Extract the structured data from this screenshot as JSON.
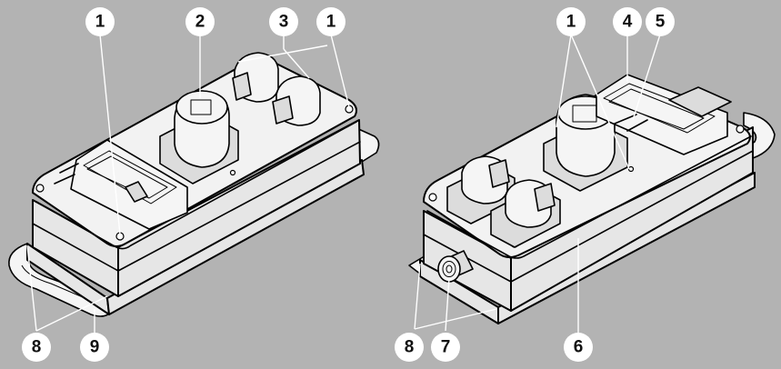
{
  "callouts": {
    "left_1": "1",
    "left_2": "2",
    "left_3": "3",
    "left_1b": "1",
    "left_8": "8",
    "left_9": "9",
    "right_1": "1",
    "right_4": "4",
    "right_5": "5",
    "right_8": "8",
    "right_7": "7",
    "right_6": "6"
  },
  "colors": {
    "background": "#b3b3b3",
    "callout_fill": "#ffffff",
    "leader_line": "#ffffff",
    "outline": "#000000"
  }
}
